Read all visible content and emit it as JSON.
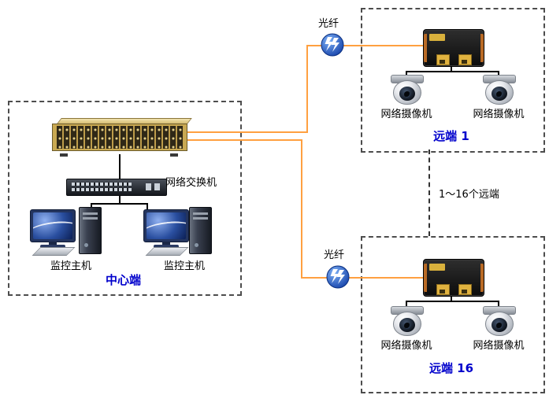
{
  "center_panel": {
    "title": "中心端",
    "switch_label": "网络交换机",
    "host_labels": [
      "监控主机",
      "监控主机"
    ]
  },
  "remotes": [
    {
      "title": "远端 1",
      "fiber_label": "光纤",
      "camera_labels": [
        "网络摄像机",
        "网络摄像机"
      ]
    },
    {
      "title": "远端 16",
      "fiber_label": "光纤",
      "camera_labels": [
        "网络摄像机",
        "网络摄像机"
      ]
    }
  ],
  "range_note": "1～16个远端",
  "colors": {
    "fiber_line": "#FFA040",
    "cable_line": "#000000",
    "title_blue": "#0000CC",
    "rack_gold": "#C9A952",
    "port_yellow": "#E0B23F",
    "globe_blue": "#1D55C8"
  }
}
